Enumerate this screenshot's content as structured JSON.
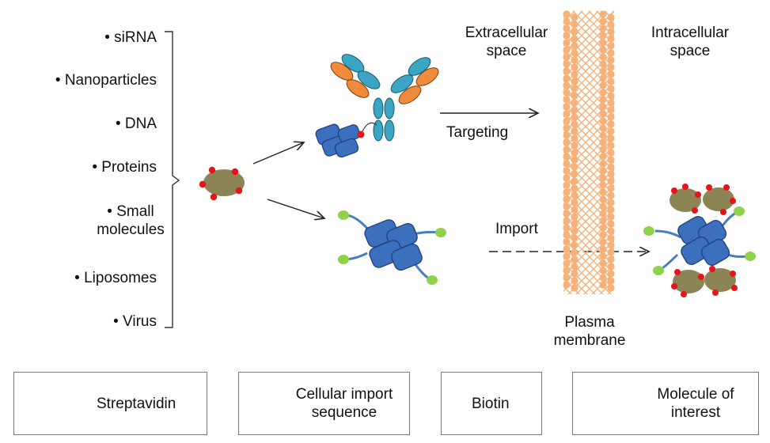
{
  "cargo_list": [
    "siRNA",
    "Nanoparticles",
    "DNA",
    "Proteins",
    "Small molecules",
    "Liposomes",
    "Virus"
  ],
  "labels": {
    "extracellular": "Extracellular space",
    "intracellular": "Intracellular space",
    "targeting": "Targeting",
    "import": "Import",
    "membrane": "Plasma membrane"
  },
  "legend": {
    "streptavidin": "Streptavidin",
    "import_sequence": "Cellular import sequence",
    "biotin": "Biotin",
    "molecule": "Molecule of interest"
  },
  "colors": {
    "streptavidin": "#3d6fbf",
    "streptavidin_edge": "#1f3f7a",
    "import_sequence": "#8fd24a",
    "biotin": "#e8141a",
    "molecule": "#8b8556",
    "membrane": "#f4b27a",
    "antibody_heavy": "#3aa6c3",
    "antibody_light": "#f08b3b",
    "linker": "#4a7dc0"
  },
  "icons": [
    "streptavidin-icon",
    "import-sequence-icon",
    "biotin-icon",
    "molecule-icon",
    "antibody-icon",
    "arrow-icon"
  ]
}
